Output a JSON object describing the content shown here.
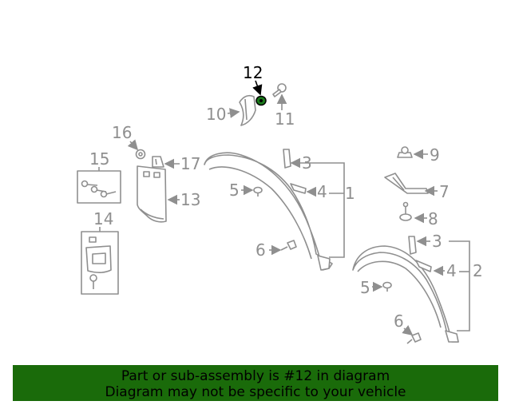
{
  "colors": {
    "banner_bg": "#1a6b0a",
    "parts_line": "#8f8f8f",
    "highlight_part": "#1a7a1a",
    "highlight_label": "#000000"
  },
  "highlighted_part": "12",
  "callouts": {
    "c1": "1",
    "c2": "2",
    "c3a": "3",
    "c3b": "3",
    "c4a": "4",
    "c4b": "4",
    "c5a": "5",
    "c5b": "5",
    "c6a": "6",
    "c6b": "6",
    "c7": "7",
    "c8": "8",
    "c9": "9",
    "c10": "10",
    "c11": "11",
    "c12": "12",
    "c13": "13",
    "c14": "14",
    "c15": "15",
    "c16": "16",
    "c17": "17"
  },
  "banner": {
    "line1": "Part or sub-assembly is #12 in diagram",
    "line2": "Diagram may not be specific to your vehicle"
  }
}
